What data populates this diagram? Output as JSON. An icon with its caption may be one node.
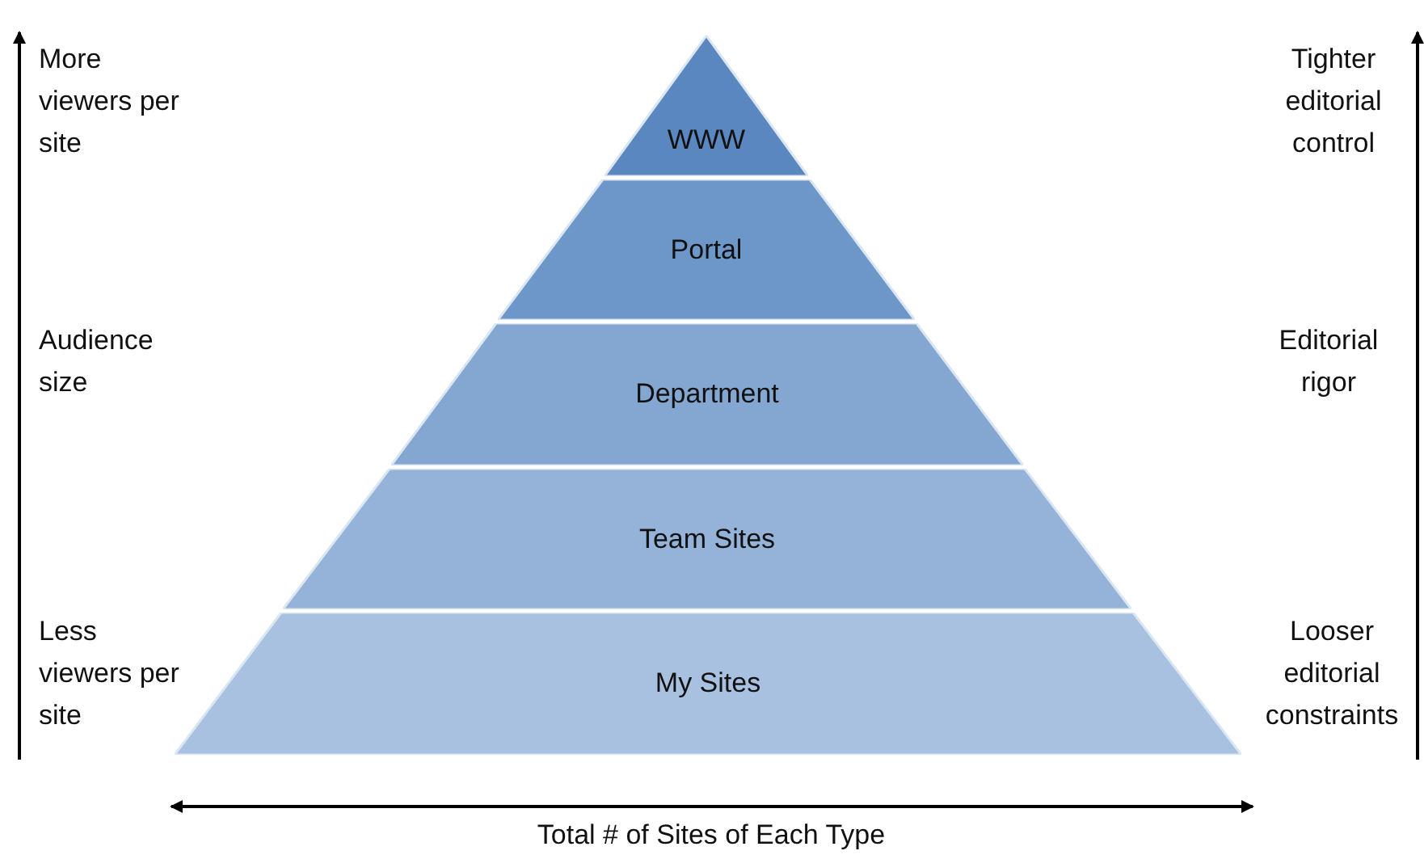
{
  "diagram": {
    "nodes": [
      {
        "text": [
          "WWW"
        ]
      },
      {
        "text": [
          "Portal"
        ]
      },
      {
        "text": [
          "Department"
        ]
      },
      {
        "text": [
          "Team Sites"
        ]
      },
      {
        "text": [
          "My Sites"
        ]
      }
    ],
    "labels": [
      "More viewers per site",
      "Audience size",
      "Less viewers per site",
      "Tighter editorial control",
      "Editorial rigor",
      "Looser editorial constraints",
      "Total # of Sites of Each Type"
    ]
  }
}
